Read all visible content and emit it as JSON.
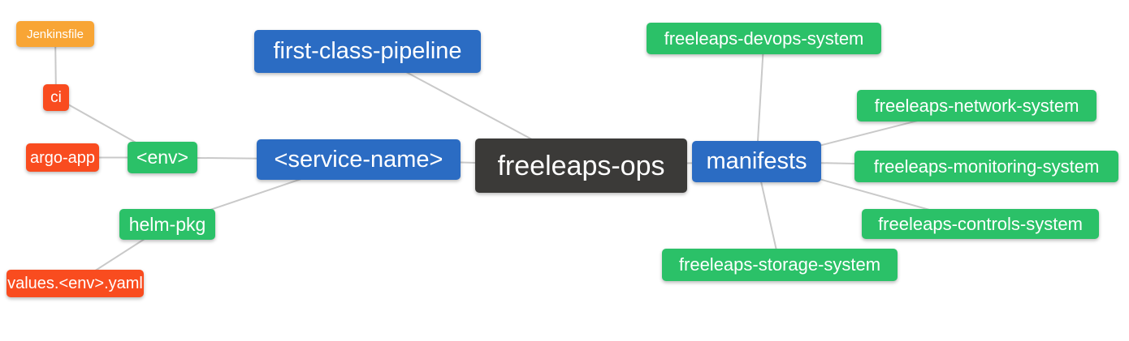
{
  "diagram": {
    "kind": "mindmap",
    "root_label": "freeleaps-ops"
  },
  "palette": {
    "root_dark": "#3b3a38",
    "branch_blue": "#2b6cc3",
    "leaf_green": "#2bc168",
    "leaf_red": "#f94c1f",
    "leaf_orange": "#f8a535",
    "edge_gray": "#c9c9c9",
    "text": "#ffffff",
    "background": "#ffffff"
  },
  "nodes": {
    "root": {
      "label": "freeleaps-ops",
      "color": "#3b3a38"
    },
    "pipeline": {
      "label": "first-class-pipeline",
      "color": "#2b6cc3"
    },
    "service": {
      "label": "<service-name>",
      "color": "#2b6cc3"
    },
    "manifests": {
      "label": "manifests",
      "color": "#2b6cc3"
    },
    "env": {
      "label": "<env>",
      "color": "#2bc168"
    },
    "helmpkg": {
      "label": "helm-pkg",
      "color": "#2bc168"
    },
    "argo": {
      "label": "argo-app",
      "color": "#f94c1f"
    },
    "ci": {
      "label": "ci",
      "color": "#f94c1f"
    },
    "values": {
      "label": "values.<env>.yaml",
      "color": "#f94c1f"
    },
    "jenkinsfile": {
      "label": "Jenkinsfile",
      "color": "#f8a535"
    },
    "devops": {
      "label": "freeleaps-devops-system",
      "color": "#2bc168"
    },
    "network": {
      "label": "freeleaps-network-system",
      "color": "#2bc168"
    },
    "monitoring": {
      "label": "freeleaps-monitoring-system",
      "color": "#2bc168"
    },
    "controls": {
      "label": "freeleaps-controls-system",
      "color": "#2bc168"
    },
    "storage": {
      "label": "freeleaps-storage-system",
      "color": "#2bc168"
    }
  },
  "edges": [
    [
      "jenkinsfile",
      "ci"
    ],
    [
      "ci",
      "env"
    ],
    [
      "argo",
      "env"
    ],
    [
      "env",
      "service"
    ],
    [
      "helmpkg",
      "service"
    ],
    [
      "values",
      "helmpkg"
    ],
    [
      "pipeline",
      "root"
    ],
    [
      "service",
      "root"
    ],
    [
      "root",
      "manifests"
    ],
    [
      "manifests",
      "devops"
    ],
    [
      "manifests",
      "network"
    ],
    [
      "manifests",
      "monitoring"
    ],
    [
      "manifests",
      "controls"
    ],
    [
      "manifests",
      "storage"
    ]
  ]
}
